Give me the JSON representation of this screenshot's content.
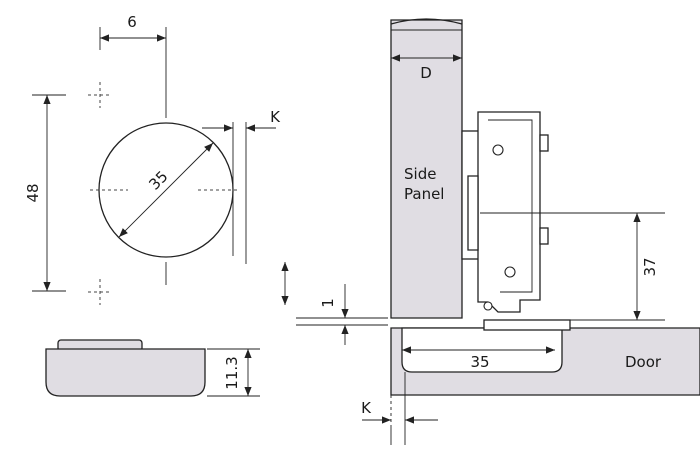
{
  "diagram": {
    "dimensions": {
      "offset_6": "6",
      "height_48": "48",
      "cup_35": "35",
      "k_top": "K",
      "cup_depth": "11.3",
      "thickness_d": "D",
      "gap_1": "1",
      "height_37": "37",
      "bottom_35": "35",
      "k_bottom": "K"
    },
    "labels": {
      "side_panel_line1": "Side",
      "side_panel_line2": "Panel",
      "door": "Door"
    },
    "colors": {
      "part_fill": "#e0dde3",
      "line": "#222222"
    }
  }
}
